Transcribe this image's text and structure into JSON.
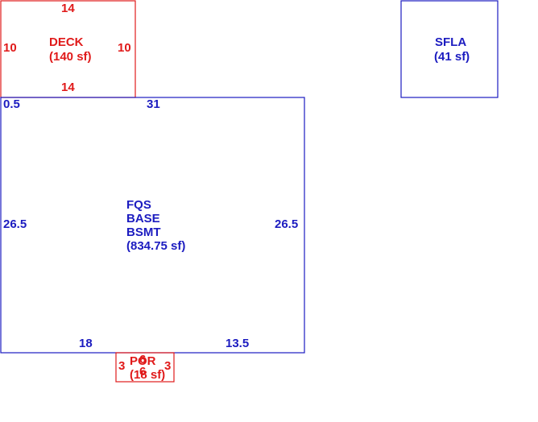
{
  "colors": {
    "main": "#1c1cc0",
    "aux": "#e01a1a"
  },
  "deck": {
    "name": "DECK",
    "area": "(140 sf)",
    "top": "14",
    "bottom": "14",
    "left": "10",
    "right": "10"
  },
  "sfla": {
    "name": "SFLA",
    "area": "(41 sf)"
  },
  "main": {
    "line1": "FQS",
    "line2": "BASE",
    "line3": "BSMT",
    "area": "(834.75 sf)",
    "top": "31",
    "top_left_offset": "0.5",
    "left": "26.5",
    "right": "26.5",
    "bottom_left": "18",
    "bottom_right": "13.5"
  },
  "porch": {
    "name": "POR",
    "area": "(18 sf)",
    "left": "3",
    "right": "3",
    "top": "6",
    "bottom": "6"
  }
}
